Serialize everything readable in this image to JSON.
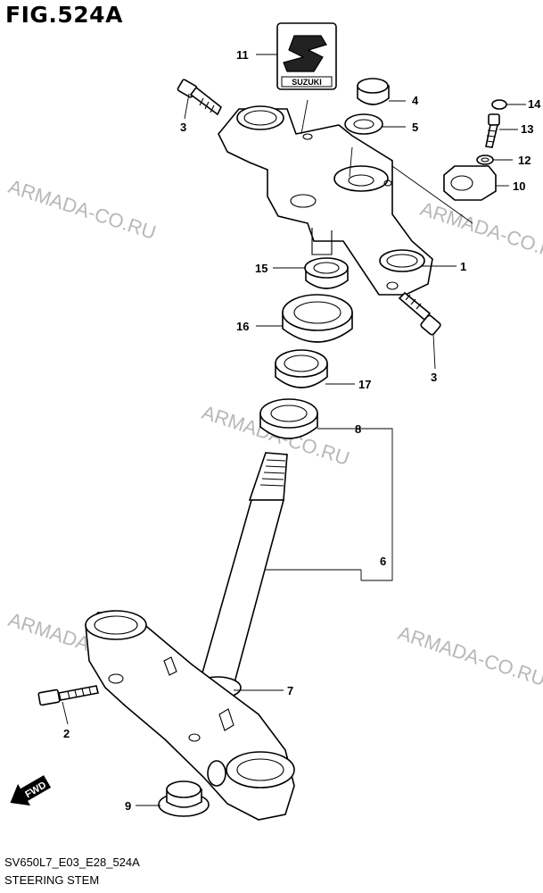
{
  "figure": {
    "title": "FIG.524A",
    "code": "SV650L7_E03_E28_524A",
    "name": "STEERING STEM"
  },
  "watermarks": [
    "ARMADA-CO.RU",
    "ARMADA-CO.RU",
    "ARMADA-CO.RU",
    "ARMADA-CO.RU",
    "ARMADA-CO.RU"
  ],
  "emblem": {
    "text": "SUZUKI"
  },
  "fwd_label": "FWD",
  "callouts": [
    "11",
    "4",
    "14",
    "3",
    "5",
    "13",
    "12",
    "10",
    "1",
    "15",
    "16",
    "3",
    "17",
    "8",
    "6",
    "2",
    "7",
    "9"
  ]
}
